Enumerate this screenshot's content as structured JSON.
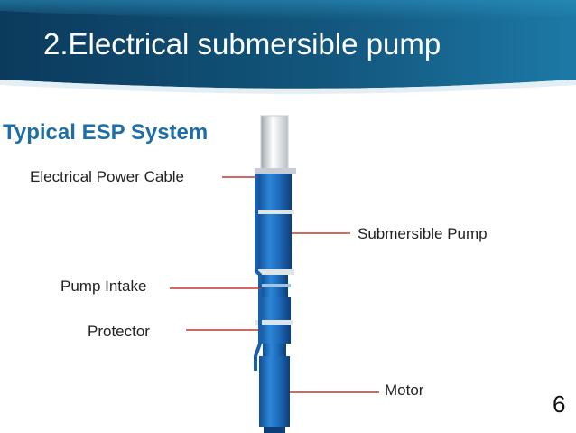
{
  "slide": {
    "title": "2.Electrical submersible pump",
    "subtitle": "Typical ESP System",
    "page_number": "6"
  },
  "diagram": {
    "labels": {
      "cable": "Electrical Power Cable",
      "pump": "Submersible Pump",
      "intake": "Pump Intake",
      "protector": "Protector",
      "motor": "Motor"
    },
    "colors": {
      "header_dark": "#0d3f63",
      "header_light": "#1f7cab",
      "equipment_blue": "#1f6fc0",
      "callout_line": "#c0392b",
      "subtitle": "#1d6fa5"
    }
  }
}
